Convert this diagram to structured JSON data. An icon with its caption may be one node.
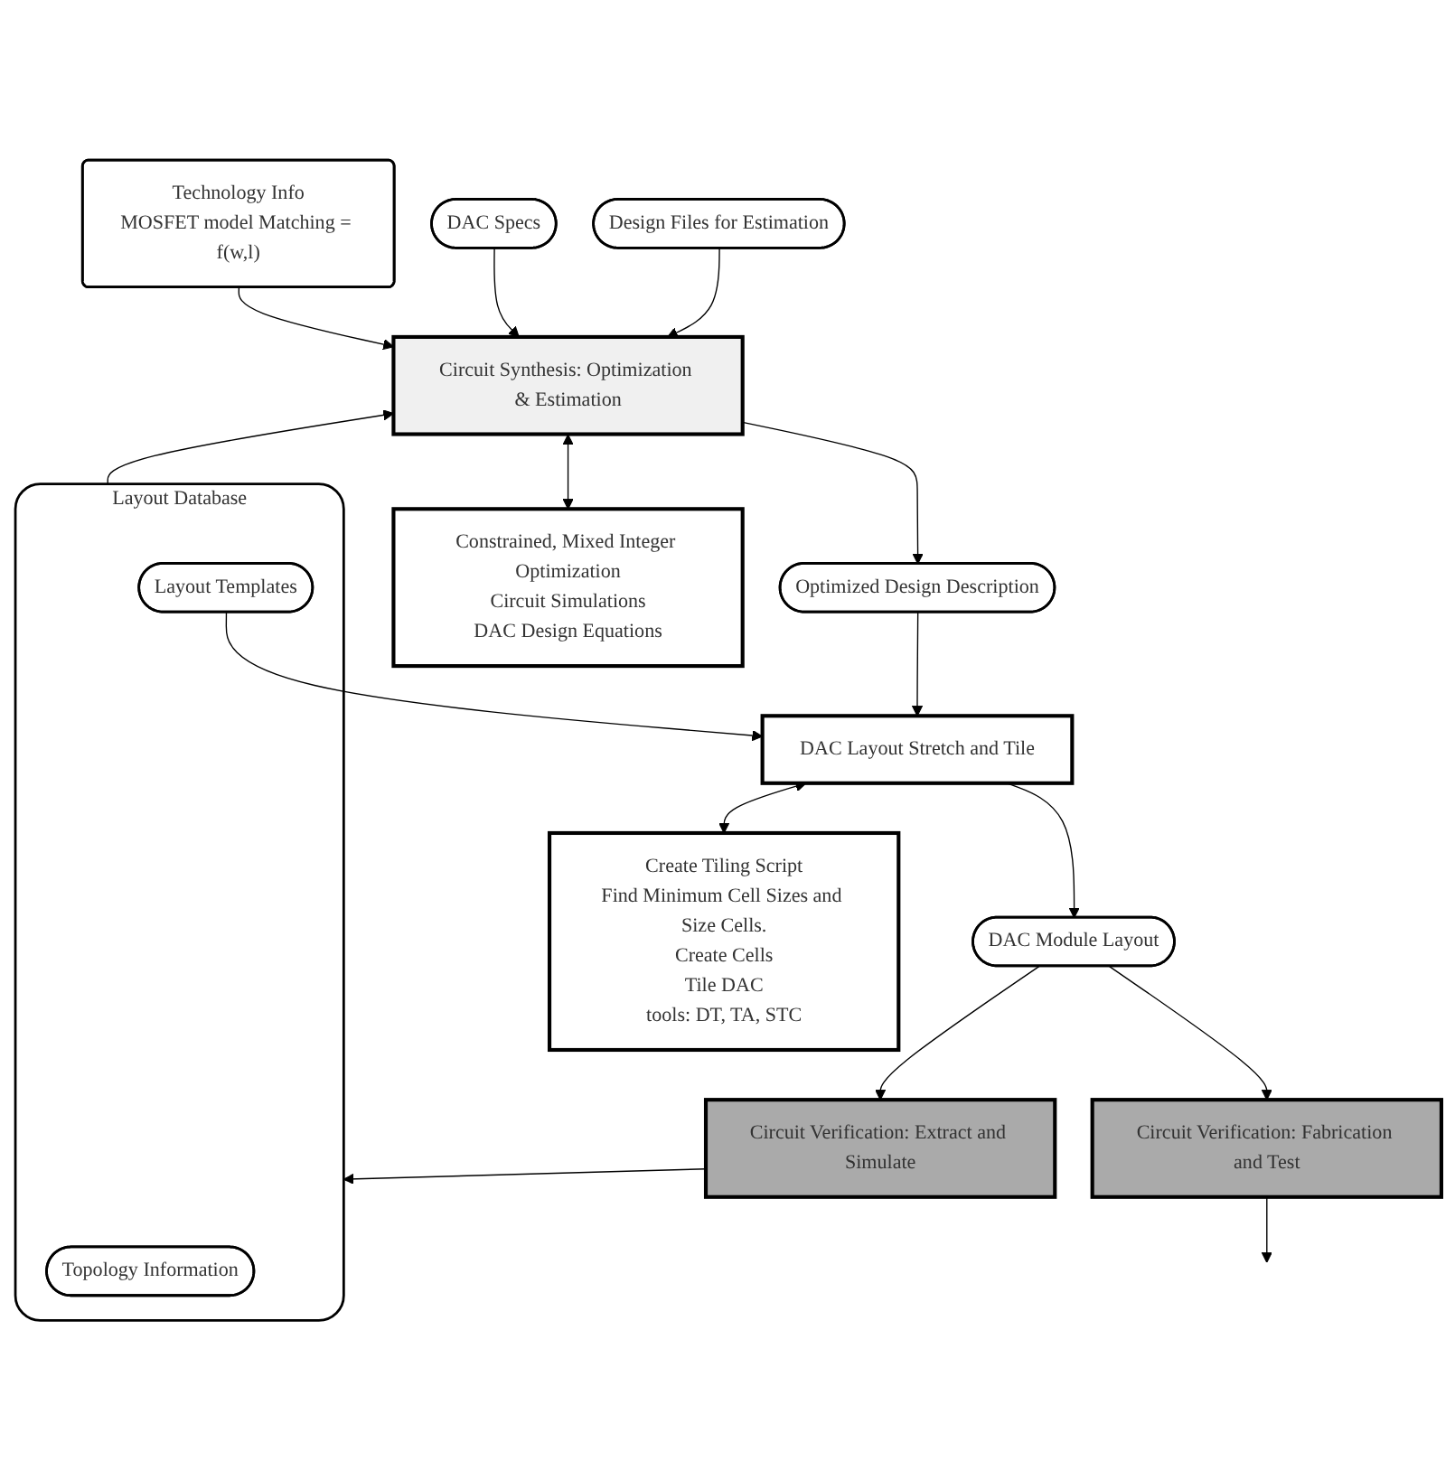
{
  "diagram": {
    "nodes": [
      {
        "text": [
          "Technology Info",
          "MOSFET model Matching = f(w,l)"
        ]
      },
      {
        "text": [
          "DAC Specs"
        ]
      },
      {
        "text": [
          "Design Files for Estimation"
        ]
      },
      {
        "text": [
          "Circuit Synthesis: Optimization & Estimation"
        ]
      },
      {
        "text": [
          "Layout Database"
        ]
      },
      {
        "text": [
          "Topology Information"
        ],
        "in": 4
      },
      {
        "text": [
          "Layout Templates"
        ],
        "in": 4
      },
      {
        "text": [
          "Optimized Design Description"
        ]
      },
      {
        "text": [
          "Constrained, Mixed Integer Optimization",
          "Circuit Simulations",
          "DAC Design Equations"
        ]
      },
      {
        "text": [
          "DAC Layout Stretch and Tile"
        ]
      },
      {
        "text": [
          "Create Tiling Script",
          "Find Minimum Cell Sizes and Size Cells.",
          "Create Cells",
          "Tile DAC",
          "tools: DT, TA, STC"
        ]
      },
      {
        "text": [
          "Circuit Verification: Extract and Simulate"
        ]
      },
      {
        "text": [
          "DAC Module Layout"
        ]
      },
      {
        "text": [
          "Circuit Verification: Fabrication and Test"
        ]
      }
    ],
    "edges": [
      {
        "from": 2,
        "to": 3,
        "arrow": "to"
      },
      {
        "from": 1,
        "to": 3,
        "arrow": "to"
      },
      {
        "from": 0,
        "to": 3,
        "arrow": "to"
      },
      {
        "from": 4,
        "to": 3,
        "arrow": "to"
      },
      {
        "from": 3,
        "to": 8,
        "arrow": "both"
      },
      {
        "from": 3,
        "to": 7,
        "arrow": "to"
      },
      {
        "from": 7,
        "to": 9,
        "arrow": "to"
      },
      {
        "from": 6,
        "to": 9,
        "arrow": "to"
      },
      {
        "from": 9,
        "to": 10,
        "arrow": "both"
      },
      {
        "from": 9,
        "to": 12,
        "arrow": "to"
      },
      {
        "from": 12,
        "to": 11,
        "arrow": "to"
      },
      {
        "from": 11,
        "to": 4,
        "arrow": "to"
      },
      {
        "from": 12,
        "to": 13,
        "arrow": "to"
      },
      {
        "from": 13,
        "to": null,
        "arrow": "to"
      }
    ]
  }
}
